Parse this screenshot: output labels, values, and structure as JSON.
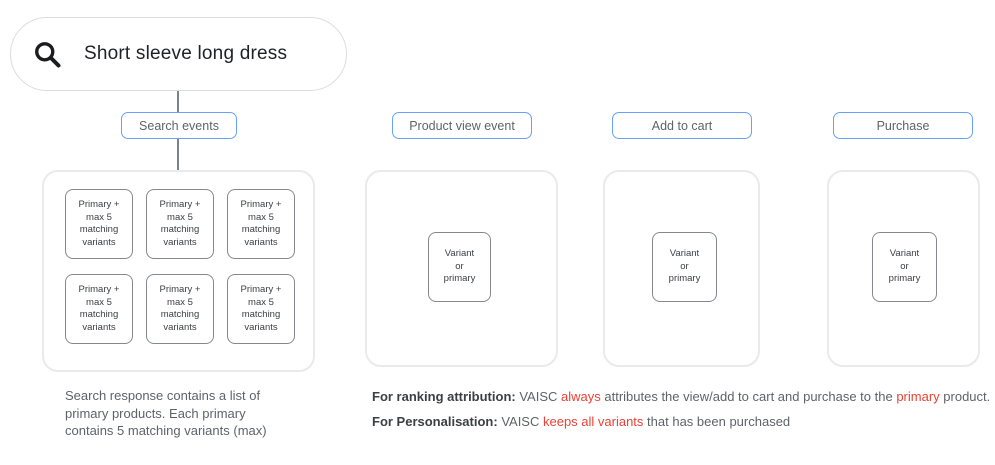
{
  "search": {
    "query": "Short sleeve long dress"
  },
  "columns": [
    {
      "id": "search-events",
      "label": "Search events",
      "boxes": [
        "Primary +\nmax 5\nmatching\nvariants",
        "Primary +\nmax 5\nmatching\nvariants",
        "Primary +\nmax 5\nmatching\nvariants",
        "Primary +\nmax 5\nmatching\nvariants",
        "Primary +\nmax 5\nmatching\nvariants",
        "Primary +\nmax 5\nmatching\nvariants"
      ]
    },
    {
      "id": "product-view-event",
      "label": "Product view event",
      "boxes": [
        "Variant\nor\nprimary"
      ]
    },
    {
      "id": "add-to-cart",
      "label": "Add to cart",
      "boxes": [
        "Variant\nor\nprimary"
      ]
    },
    {
      "id": "purchase",
      "label": "Purchase",
      "boxes": [
        "Variant\nor\nprimary"
      ]
    }
  ],
  "notes": {
    "search_response": "Search response contains a list of\nprimary products. Each primary\ncontains 5 matching variants (max)",
    "ranking_attribution": [
      {
        "text": "For ranking attribution: ",
        "style": "bold"
      },
      {
        "text": "VAISC ",
        "style": "normal"
      },
      {
        "text": "always",
        "style": "red"
      },
      {
        "text": " attributes the view/add to cart and purchase to the ",
        "style": "normal"
      },
      {
        "text": "primary",
        "style": "red"
      },
      {
        "text": " product.",
        "style": "normal"
      }
    ],
    "personalisation": [
      {
        "text": "For Personalisation: ",
        "style": "bold"
      },
      {
        "text": "VAISC ",
        "style": "normal"
      },
      {
        "text": "keeps all variants",
        "style": "red"
      },
      {
        "text": " that has been purchased",
        "style": "normal"
      }
    ]
  },
  "colors": {
    "accent_blue": "#69a1f7",
    "highlight_red": "#ea4335",
    "container_border": "#e9eaec",
    "box_border": "#85898e"
  }
}
